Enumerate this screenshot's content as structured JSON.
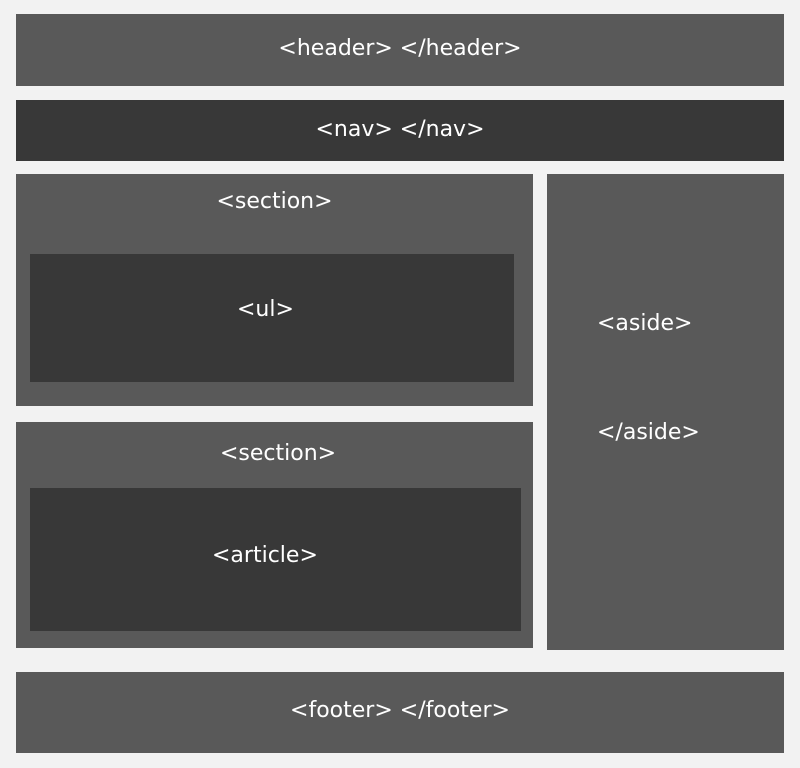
{
  "colors": {
    "background": "#f2f2f2",
    "block_medium": "#595959",
    "block_dark": "#383838",
    "text": "#ffffff"
  },
  "diagram": {
    "header": {
      "label": "<header> </header>"
    },
    "nav": {
      "label": "<nav> </nav>"
    },
    "section_top": {
      "label": "<section>",
      "inner": {
        "label": "<ul>"
      }
    },
    "section_bottom": {
      "label": "<section>",
      "inner": {
        "label": "<article>"
      }
    },
    "aside": {
      "open_label": "<aside>",
      "close_label": "</aside>"
    },
    "footer": {
      "label": "<footer> </footer>"
    }
  }
}
